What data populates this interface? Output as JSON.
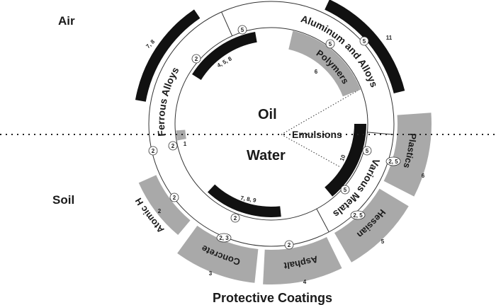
{
  "environments": {
    "air": "Air",
    "soil": "Soil",
    "oil": "Oil",
    "water": "Water",
    "emulsions": "Emulsions"
  },
  "title": "Protective Coatings",
  "ring_materials": {
    "ferrous": "Ferrous Alloys",
    "aluminum": "Aluminum and Alloys",
    "various": "Various Metals",
    "polymers": "Polymers"
  },
  "coatings": {
    "plastics": "Plastics",
    "hessian": "Hessian",
    "asphalt": "Asphalt",
    "concrete": "Concrete",
    "atomic_h": "Atomic H"
  },
  "refs": {
    "air_ferrous": "7, 8",
    "oil_ferrous": "4, 5, 8",
    "air_aluminum": "11",
    "polymers": "6",
    "emulsions": "10",
    "water": "7, 8, 9",
    "water_small": "1",
    "plastics": "6",
    "hessian": "5",
    "asphalt": "4",
    "concrete": "3",
    "atomic_h": "2"
  },
  "tags": [
    "5",
    "2",
    "5",
    "5",
    "2",
    "2",
    "5",
    "5",
    "2, 5",
    "2",
    "2",
    "2, 3",
    "2",
    "2, 5"
  ],
  "colors": {
    "black_band": "#111111",
    "gray_band": "#a9a9a9",
    "line": "#333333"
  }
}
